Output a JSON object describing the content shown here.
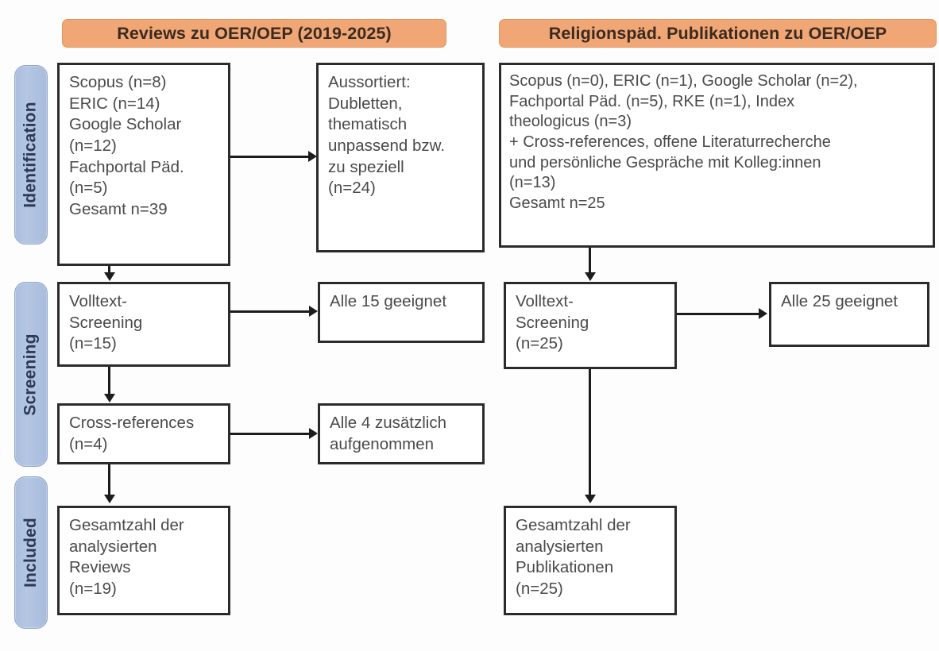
{
  "diagram": {
    "type": "prisma-flow-diagram",
    "accent_orange": "#f0a775",
    "accent_blue": "#aabdde",
    "box_border": "#2b2b2b"
  },
  "stages": [
    {
      "id": "identification",
      "label": "Identification"
    },
    {
      "id": "screening",
      "label": "Screening"
    },
    {
      "id": "included",
      "label": "Included"
    }
  ],
  "columns": [
    {
      "id": "reviews",
      "header": "Reviews zu OER/OEP (2019-2025)"
    },
    {
      "id": "religionspaed",
      "header": "Religionspäd. Publikationen zu OER/OEP"
    }
  ],
  "boxes": {
    "left_identification_sources": "Scopus (n=8)\nERIC (n=14)\nGoogle Scholar\n(n=12)\nFachportal Päd.\n(n=5)\nGesamt n=39",
    "left_excluded": "Aussortiert:\nDubletten,\nthematisch\nunpassend bzw.\nzu speziell\n(n=24)",
    "left_fulltext": "Volltext-\nScreening\n(n=15)",
    "left_fulltext_result": "Alle 15 geeignet",
    "left_crossrefs": "Cross-references\n(n=4)",
    "left_crossrefs_result": "Alle 4 zusätzlich\naufgenommen",
    "left_included": "Gesamtzahl der\nanalysierten\nReviews\n(n=19)",
    "right_identification_sources": "Scopus (n=0), ERIC (n=1), Google Scholar (n=2),\nFachportal Päd. (n=5), RKE (n=1), Index\ntheologicus (n=3)\n+ Cross-references, offene Literaturrecherche\nund persönliche Gespräche mit Kolleg:innen\n(n=13)\nGesamt n=25",
    "right_fulltext": "Volltext-\nScreening\n(n=25)",
    "right_fulltext_result": "Alle 25 geeignet",
    "right_included": "Gesamtzahl der\nanalysierten\nPublikationen\n(n=25)"
  },
  "counts": {
    "left_scopus": 8,
    "left_eric": 14,
    "left_google_scholar": 12,
    "left_fachportal": 5,
    "left_total_identified": 39,
    "left_excluded": 24,
    "left_fulltext_screened": 15,
    "left_fulltext_eligible": 15,
    "left_crossrefs": 4,
    "left_crossrefs_added": 4,
    "left_included": 19,
    "right_scopus": 0,
    "right_eric": 1,
    "right_google_scholar": 2,
    "right_fachportal": 5,
    "right_rke": 1,
    "right_index_theologicus": 3,
    "right_other_sources": 13,
    "right_total_identified": 25,
    "right_fulltext_screened": 25,
    "right_fulltext_eligible": 25,
    "right_included": 25
  }
}
